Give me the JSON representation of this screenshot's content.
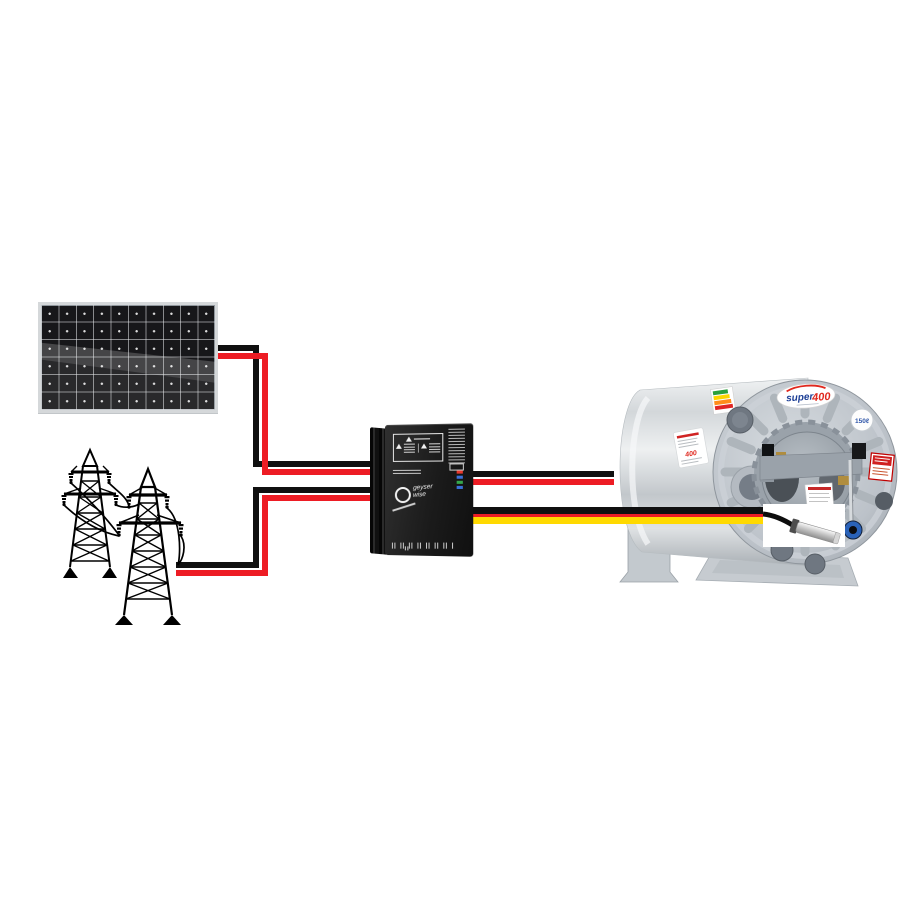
{
  "scene": {
    "background": "#ffffff"
  },
  "solar_panel": {
    "rows": 6,
    "cols": 10,
    "cell_color": "#17171a",
    "frame_color": "#d5d8da"
  },
  "grid_pylons": {
    "count": 2,
    "line_color": "#000000"
  },
  "controller": {
    "body_color": "#1e1e1e",
    "brand_line1": "geyser",
    "brand_line2": "wise",
    "indicator_colors": [
      "#e8372c",
      "#3a6fd8",
      "#35a84b",
      "#3a6fd8"
    ]
  },
  "tank": {
    "logo_text": "super",
    "logo_number": "400",
    "capacity_badge": "150ℓ",
    "side_label_number": "400",
    "metal_light": "#eef0f1",
    "metal_dark": "#aab0b5"
  },
  "wires": {
    "pv_to_controller": [
      "#101010",
      "#ed1c24"
    ],
    "grid_to_controller": [
      "#101010",
      "#ed1c24"
    ],
    "controller_to_element": [
      "#101010",
      "#ed1c24"
    ],
    "controller_to_sensor": [
      "#101010",
      "#ed1c24",
      "#ffd900"
    ]
  }
}
